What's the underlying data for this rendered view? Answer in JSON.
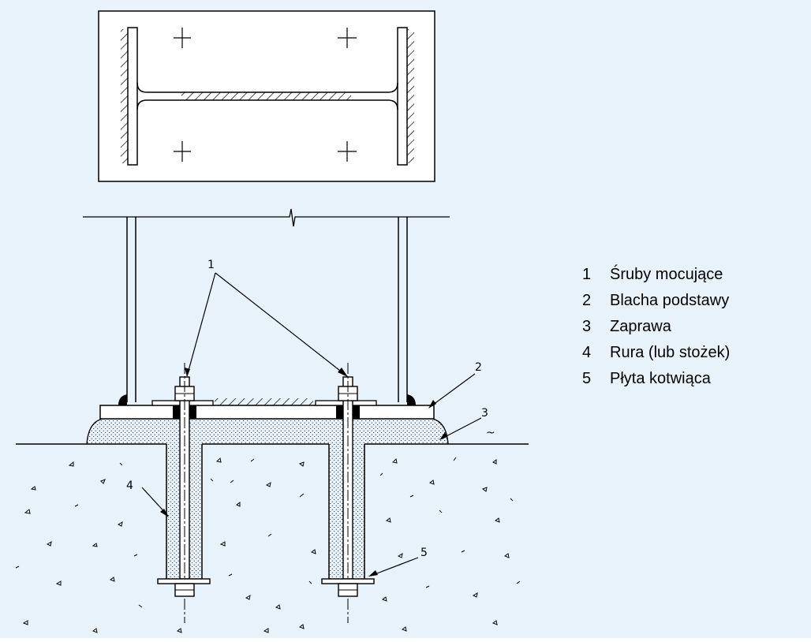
{
  "colors": {
    "background": "#e8f2fb",
    "line": "#000000",
    "panel": "#ffffff"
  },
  "callouts": {
    "c1": "1",
    "c2": "2",
    "c3": "3",
    "c4": "4",
    "c5": "5"
  },
  "legend": {
    "items": [
      {
        "number": "1",
        "label": "Śruby mocujące"
      },
      {
        "number": "2",
        "label": "Blacha podstawy"
      },
      {
        "number": "3",
        "label": "Zaprawa"
      },
      {
        "number": "4",
        "label": "Rura (lub stożek)"
      },
      {
        "number": "5",
        "label": "Płyta kotwiąca"
      }
    ]
  }
}
